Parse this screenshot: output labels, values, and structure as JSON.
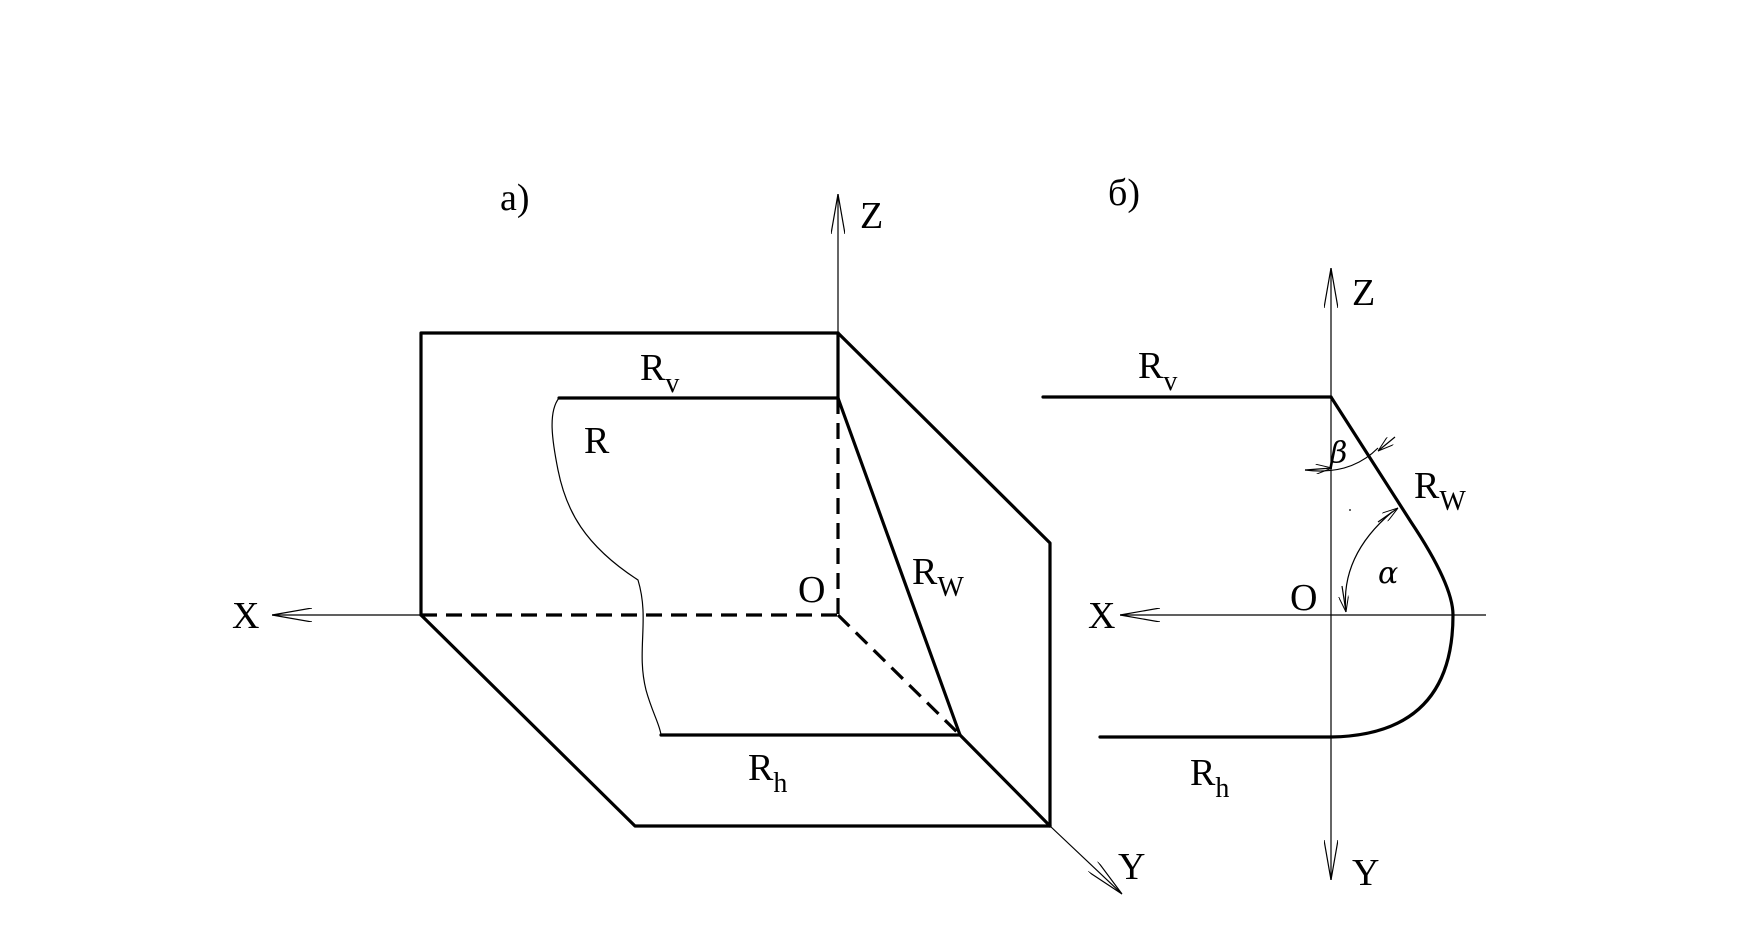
{
  "panel_a": {
    "caption": "а)",
    "axis_x": "X",
    "axis_y": "Y",
    "axis_z": "Z",
    "origin": "O",
    "plane_v": "R",
    "plane_v_sub": "v",
    "plane_h": "R",
    "plane_h_sub": "h",
    "plane_w": "R",
    "plane_w_sub": "W",
    "plane_r": "R"
  },
  "panel_b": {
    "caption": "б)",
    "axis_x": "X",
    "axis_y": "Y",
    "axis_z": "Z",
    "origin": "O",
    "plane_v": "R",
    "plane_v_sub": "v",
    "plane_h": "R",
    "plane_h_sub": "h",
    "plane_w": "R",
    "plane_w_sub": "W",
    "angle_alpha": "α",
    "angle_beta": "β"
  }
}
